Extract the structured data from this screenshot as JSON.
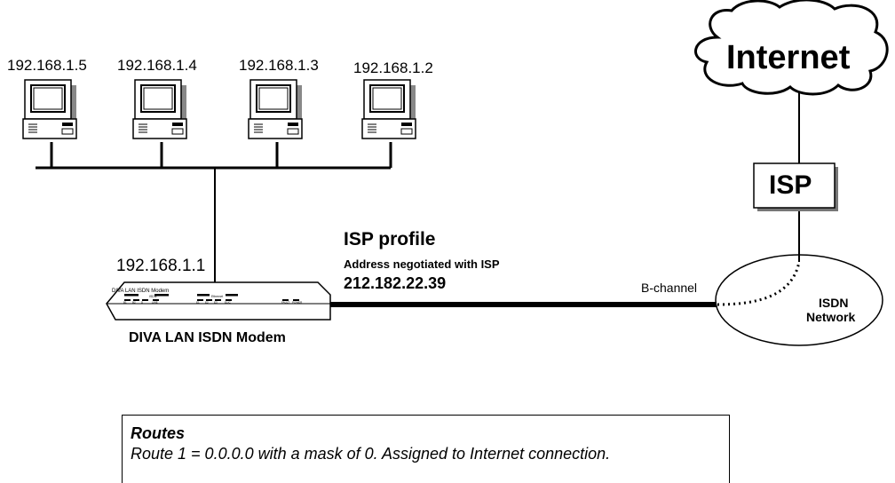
{
  "pcs": [
    {
      "ip": "192.168.1.5"
    },
    {
      "ip": "192.168.1.4"
    },
    {
      "ip": "192.168.1.3"
    },
    {
      "ip": "192.168.1.2"
    }
  ],
  "modem": {
    "ip": "192.168.1.1",
    "caption": "DIVA LAN ISDN Modem",
    "panel_label": "DIVA LAN ISDN Modem",
    "panel_groups": [
      "ISDN",
      "Ethernet"
    ],
    "panel_ports": [
      "B1",
      "B2",
      "D",
      "LINE",
      "E1",
      "E2",
      "E3",
      "ELIC",
      "FAULT",
      "POWER"
    ]
  },
  "isp_profile": {
    "title": "ISP profile",
    "subtitle": "Address negotiated with ISP",
    "address": "212.182.22.39"
  },
  "link": {
    "label": "B-channel"
  },
  "cloud": {
    "label": "Internet"
  },
  "isp": {
    "label": "ISP"
  },
  "isdn": {
    "line1": "ISDN",
    "line2": "Network"
  },
  "routes": {
    "title": "Routes",
    "line1": "Route 1 = 0.0.0.0 with a mask of 0. Assigned to Internet connection."
  }
}
